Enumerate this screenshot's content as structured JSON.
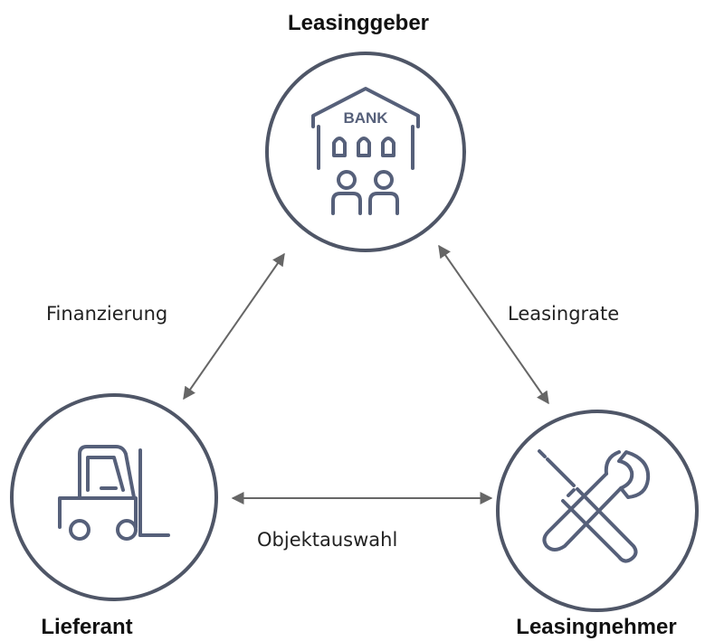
{
  "nodes": {
    "leasinggeber": {
      "title": "Leasinggeber",
      "icon": "bank-building-people-icon",
      "icon_text": "BANK"
    },
    "lieferant": {
      "title": "Lieferant",
      "icon": "forklift-icon"
    },
    "leasingnehmer": {
      "title": "Leasingnehmer",
      "icon": "screwdriver-wrench-icon"
    }
  },
  "edges": {
    "finanzierung": {
      "label": "Finanzierung",
      "from": "Leasinggeber",
      "to": "Lieferant",
      "bidirectional": true
    },
    "leasingrate": {
      "label": "Leasingrate",
      "from": "Leasinggeber",
      "to": "Leasingnehmer",
      "bidirectional": true
    },
    "objektauswahl": {
      "label": "Objektauswahl",
      "from": "Lieferant",
      "to": "Leasingnehmer",
      "bidirectional": true
    }
  },
  "colors": {
    "circle_stroke": "#4f5667",
    "icon": "#56607a",
    "arrow": "#666666"
  }
}
